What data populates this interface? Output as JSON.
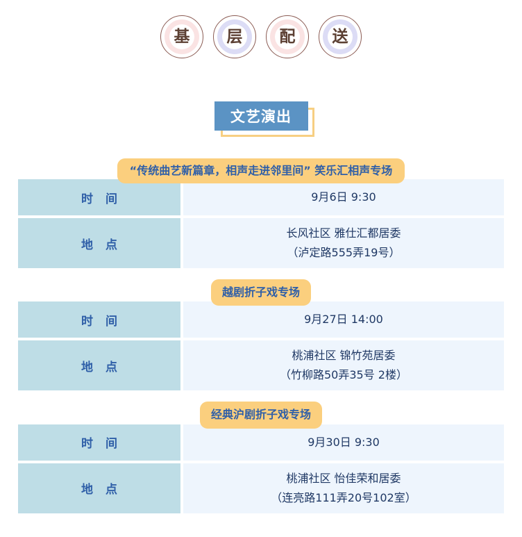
{
  "badges": [
    {
      "glyph": "基",
      "tone": "pink"
    },
    {
      "glyph": "层",
      "tone": "lilac"
    },
    {
      "glyph": "配",
      "tone": "pink"
    },
    {
      "glyph": "送",
      "tone": "lilac"
    }
  ],
  "banner": {
    "label": "文艺演出",
    "bg_color": "#5b93c4",
    "shadow_color": "#f7cf82",
    "text_color": "#ffffff"
  },
  "colors": {
    "page_bg": "#ffffff",
    "title_pill_bg": "#fbcf7e",
    "title_pill_text": "#2f5fa8",
    "label_cell_bg": "#bedde6",
    "label_cell_text": "#2f5fa8",
    "value_cell_bg": "#eef5fd",
    "value_cell_text": "#1f3864",
    "badge_ring_pink": "#fae3e3",
    "badge_ring_lilac": "#dcdcf5",
    "badge_border": "#8a5a52",
    "badge_glyph": "#5c4033"
  },
  "labels": {
    "time": "时 间",
    "place": "地 点"
  },
  "events": [
    {
      "title_line1": "“传统曲艺新篇章，相声走进邻里间”",
      "title_line2": "笑乐汇相声专场",
      "time": "9月6日 9:30",
      "place_line1": "长风社区 雅仕汇都居委",
      "place_line2": "（泸定路555弄19号）"
    },
    {
      "title_line1": "越剧折子戏专场",
      "title_line2": "",
      "time": "9月27日 14:00",
      "place_line1": "桃浦社区 锦竹苑居委",
      "place_line2": "（竹柳路50弄35号 2楼）"
    },
    {
      "title_line1": "经典沪剧折子戏专场",
      "title_line2": "",
      "time": "9月30日 9:30",
      "place_line1": "桃浦社区 怡佳荣和居委",
      "place_line2": "（连亮路111弄20号102室）"
    }
  ]
}
